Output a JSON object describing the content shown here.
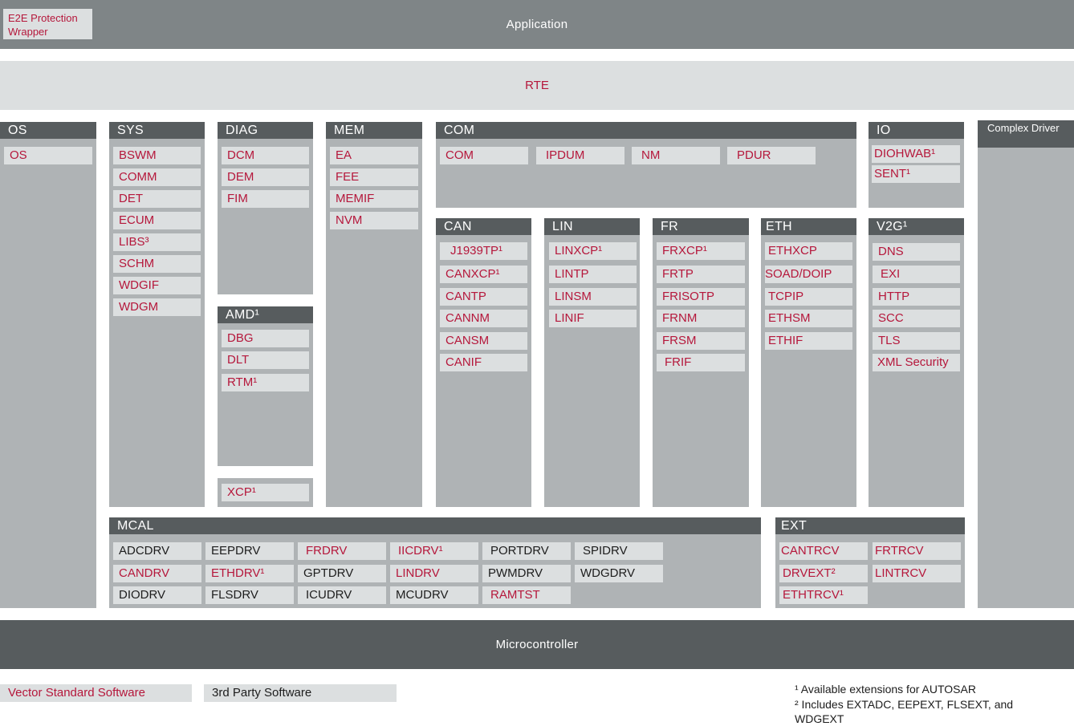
{
  "application": {
    "label": "Application",
    "e2e_wrapper": "E2E Protection\nWrapper"
  },
  "rte": {
    "label": "RTE"
  },
  "stacks": {
    "os": {
      "title": "OS",
      "modules": [
        "OS"
      ]
    },
    "sys": {
      "title": "SYS",
      "modules": [
        "BSWM",
        "COMM",
        "DET",
        "ECUM",
        "LIBS³",
        "SCHM",
        "WDGIF",
        "WDGM"
      ]
    },
    "diag": {
      "title": "DIAG",
      "modules": [
        "DCM",
        "DEM",
        "FIM"
      ]
    },
    "amd": {
      "title": "AMD¹",
      "modules": [
        "DBG",
        "DLT",
        "RTM¹"
      ]
    },
    "xcp": {
      "modules": [
        "XCP¹"
      ]
    },
    "mem": {
      "title": "MEM",
      "modules": [
        "EA",
        "FEE",
        "MEMIF",
        "NVM"
      ]
    },
    "com": {
      "title": "COM",
      "modules": [
        "COM",
        "IPDUM",
        "NM",
        "PDUR"
      ]
    },
    "can": {
      "title": "CAN",
      "modules": [
        "J1939TP¹",
        "CANXCP¹",
        "CANTP",
        "CANNM",
        "CANSM",
        "CANIF"
      ]
    },
    "lin": {
      "title": "LIN",
      "modules": [
        "LINXCP¹",
        "LINTP",
        "LINSM",
        "LINIF"
      ]
    },
    "fr": {
      "title": "FR",
      "modules": [
        "FRXCP¹",
        "FRTP",
        "FRISOTP",
        "FRNM",
        "FRSM",
        "FRIF"
      ]
    },
    "eth": {
      "title": "ETH",
      "modules": [
        "ETHXCP",
        "SOAD/DOIP",
        "TCPIP",
        "ETHSM",
        "ETHIF"
      ]
    },
    "io": {
      "title": "IO",
      "modules": [
        "DIOHWAB¹",
        "SENT¹"
      ]
    },
    "v2g": {
      "title": "V2G¹",
      "modules": [
        "DNS",
        "EXI",
        "HTTP",
        "SCC",
        "TLS",
        "XML Security"
      ]
    },
    "complex_driver": {
      "title": "Complex Driver"
    }
  },
  "mcal": {
    "title": "MCAL",
    "rows": [
      [
        {
          "name": "ADCDRV",
          "vector": false
        },
        {
          "name": "EEPDRV",
          "vector": false
        },
        {
          "name": "FRDRV",
          "vector": true
        },
        {
          "name": "IICDRV¹",
          "vector": true
        },
        {
          "name": "PORTDRV",
          "vector": false
        },
        {
          "name": "SPIDRV",
          "vector": false
        }
      ],
      [
        {
          "name": "CANDRV",
          "vector": true
        },
        {
          "name": "ETHDRV¹",
          "vector": true
        },
        {
          "name": "GPTDRV",
          "vector": false
        },
        {
          "name": "LINDRV",
          "vector": true
        },
        {
          "name": "PWMDRV",
          "vector": false
        },
        {
          "name": "WDGDRV",
          "vector": false
        }
      ],
      [
        {
          "name": "DIODRV",
          "vector": false
        },
        {
          "name": "FLSDRV",
          "vector": false
        },
        {
          "name": "ICUDRV",
          "vector": false
        },
        {
          "name": "MCUDRV",
          "vector": false
        },
        {
          "name": "RAMTST",
          "vector": true
        }
      ]
    ]
  },
  "ext": {
    "title": "EXT",
    "modules": [
      "CANTRCV",
      "FRTRCV",
      "DRVEXT²",
      "LINTRCV",
      "ETHTRCV¹"
    ]
  },
  "microcontroller": {
    "label": "Microcontroller"
  },
  "legend": {
    "vector": "Vector Standard Software",
    "third_party": "3rd Party Software"
  },
  "footnotes": [
    "¹ Available extensions for AUTOSAR",
    "² Includes EXTADC, EEPEXT, FLSEXT, and WDGEXT"
  ],
  "colors": {
    "vector_red": "#b5173b",
    "header_dark": "#575c5e",
    "panel_gray": "#afb3b5",
    "module_light": "#dcdfe0",
    "bar_gray": "#7f8587"
  }
}
